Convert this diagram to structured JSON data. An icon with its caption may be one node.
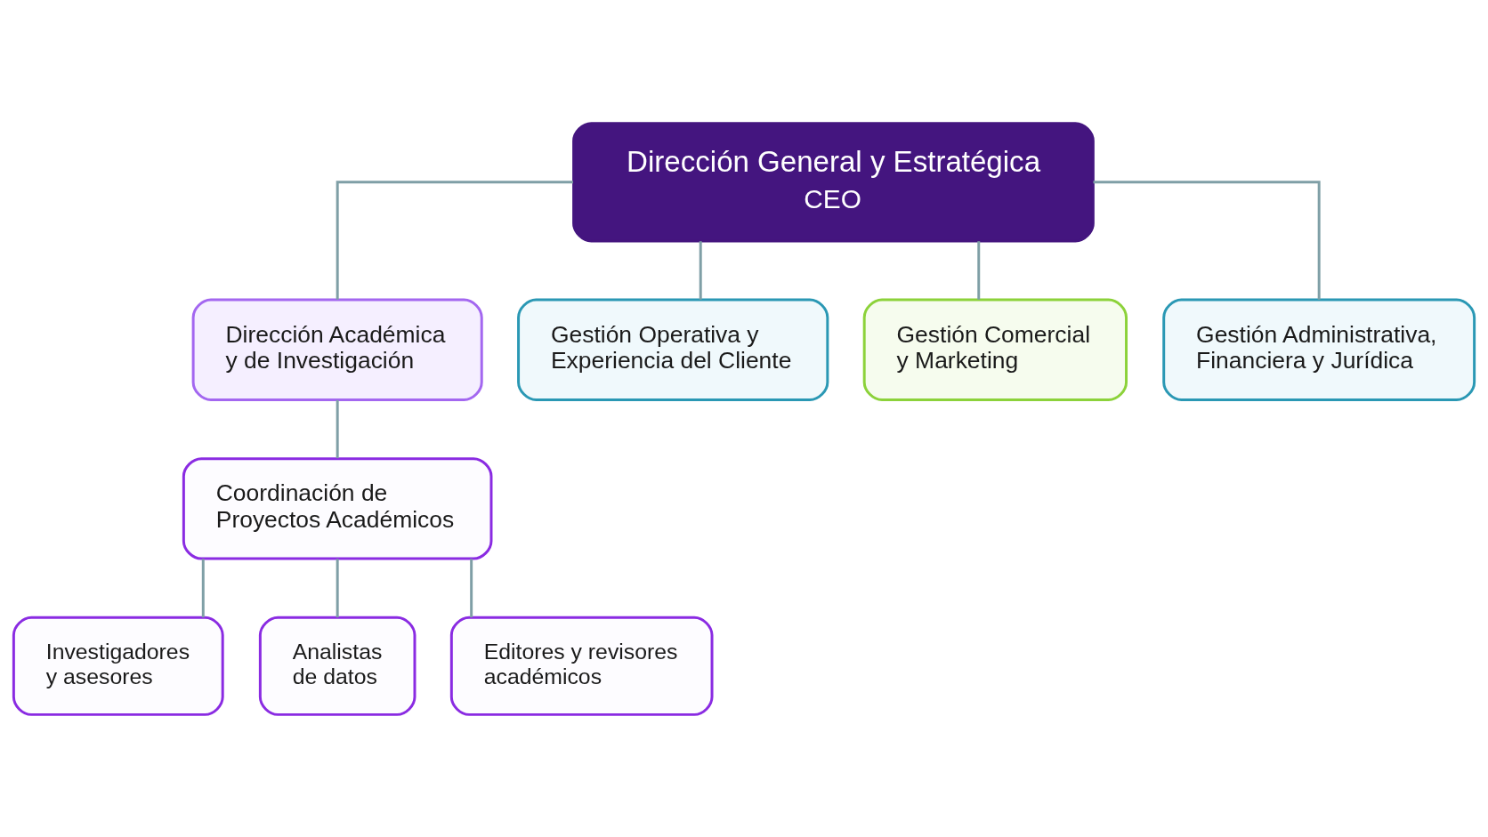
{
  "diagram": {
    "nodes": [
      {
        "text": [
          "Dirección General y Estratégica",
          "CEO"
        ]
      },
      {
        "text": [
          "Dirección Académica y de Investigación"
        ]
      },
      {
        "text": [
          "Gestión Operativa y Experiencia del Cliente"
        ]
      },
      {
        "text": [
          "Gestión Comercial y Marketing"
        ]
      },
      {
        "text": [
          "Gestión Administrativa, Financiera y Jurídica"
        ]
      },
      {
        "text": [
          "Coordinación de Proyectos Académicos"
        ]
      },
      {
        "text": [
          "Investigadores y asesores"
        ]
      },
      {
        "text": [
          "Analistas de datos"
        ]
      },
      {
        "text": [
          "Editores y revisores académicos"
        ]
      }
    ],
    "edges": [
      {
        "from": 0,
        "to": 1,
        "arrow": "none"
      },
      {
        "from": 0,
        "to": 2,
        "arrow": "none"
      },
      {
        "from": 0,
        "to": 3,
        "arrow": "none"
      },
      {
        "from": 0,
        "to": 4,
        "arrow": "none"
      },
      {
        "from": 1,
        "to": 5,
        "arrow": "none"
      },
      {
        "from": 5,
        "to": 6,
        "arrow": "none"
      },
      {
        "from": 5,
        "to": 7,
        "arrow": "none"
      },
      {
        "from": 5,
        "to": 8,
        "arrow": "none"
      }
    ]
  }
}
